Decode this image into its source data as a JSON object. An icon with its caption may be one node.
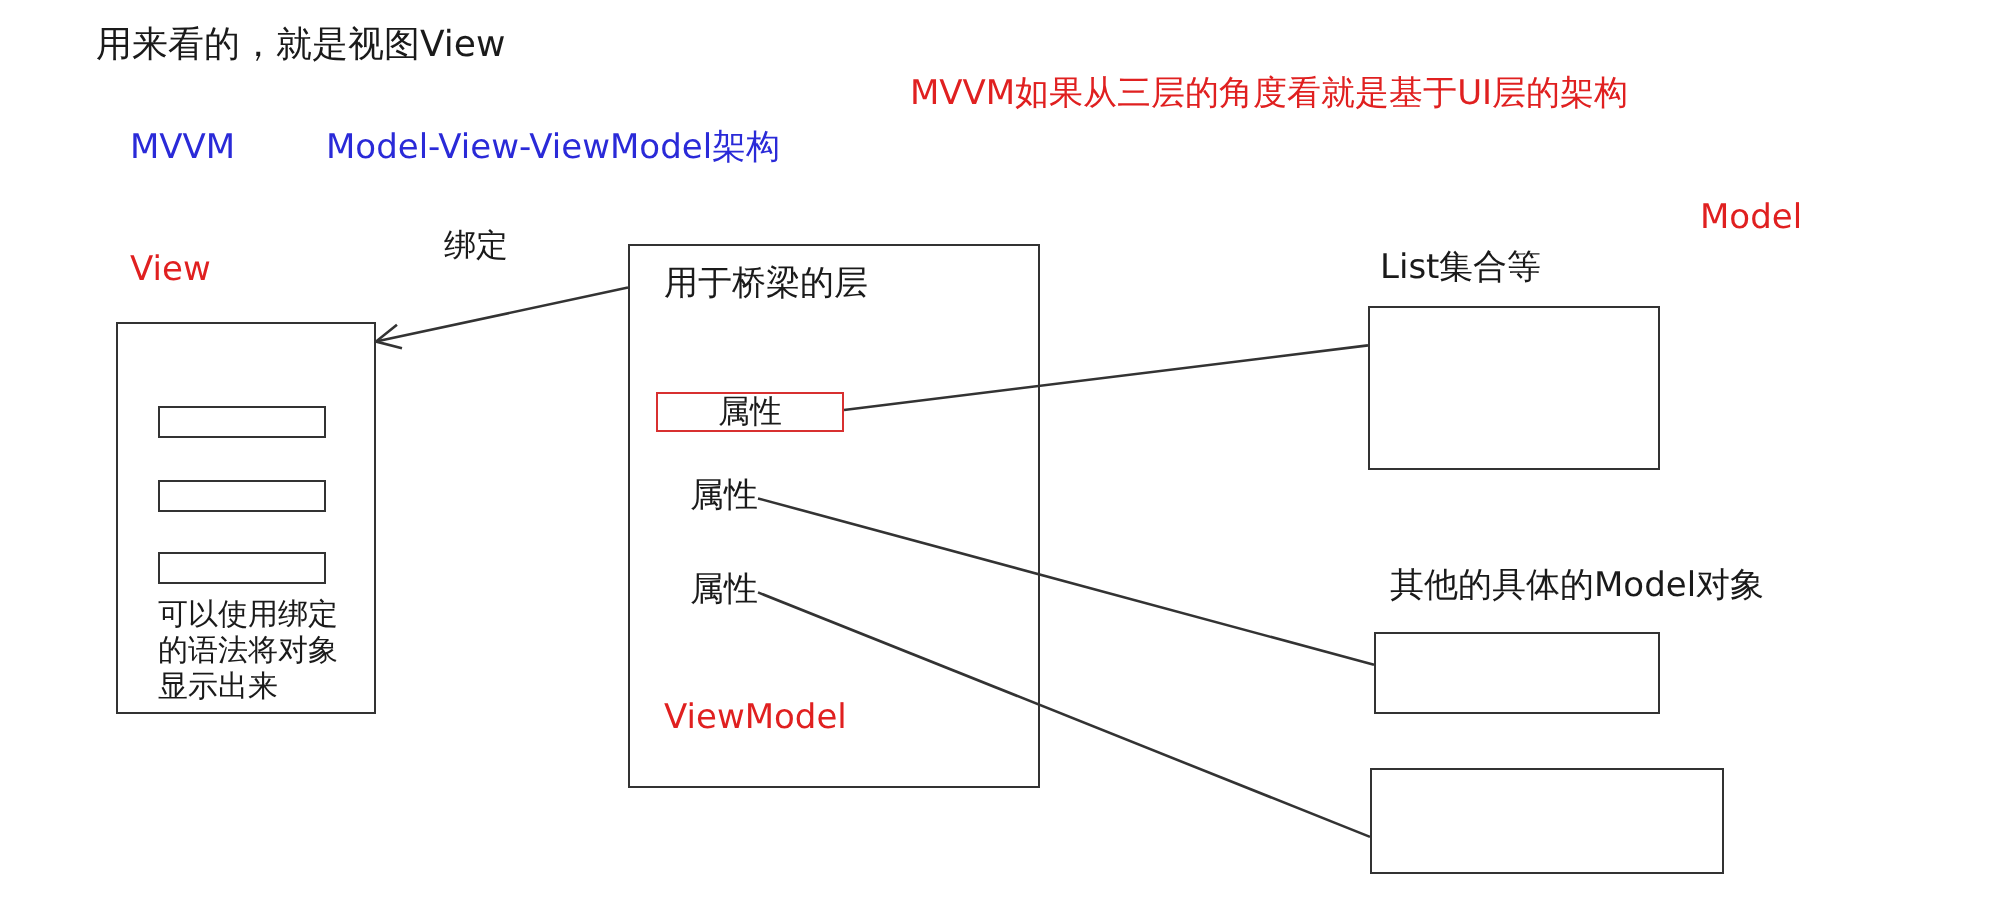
{
  "diagram": {
    "nodes": [
      {
        "text": [
          "View",
          "可以使用绑定的语法将对象显示出来"
        ]
      },
      {
        "text": [],
        "shape": "box",
        "in": 0
      },
      {
        "text": [],
        "shape": "box",
        "in": 0
      },
      {
        "text": [],
        "shape": "box",
        "in": 0
      },
      {
        "text": [
          "用于桥梁的层",
          "ViewModel"
        ]
      },
      {
        "text": [
          "属性"
        ],
        "in": 4
      },
      {
        "text": [
          "属性"
        ],
        "in": 4
      },
      {
        "text": [
          "属性"
        ],
        "in": 4
      },
      {
        "text": [
          "List集合等"
        ]
      },
      {
        "text": [
          "其他的具体的Model对象"
        ]
      },
      {
        "text": [],
        "shape": "box"
      }
    ],
    "edges": [
      {
        "from": 4,
        "to": 0,
        "arrow": "to",
        "label": "绑定"
      },
      {
        "from": 5,
        "to": 8,
        "arrow": "none"
      },
      {
        "from": 6,
        "to": 9,
        "arrow": "none"
      },
      {
        "from": 7,
        "to": 10,
        "arrow": "none"
      }
    ],
    "labels": [
      "用来看的，就是视图View",
      "MVVM",
      "Model-View-ViewModel架构",
      "MVVM如果从三层的角度看就是基于UI层的架构",
      "Model"
    ]
  }
}
